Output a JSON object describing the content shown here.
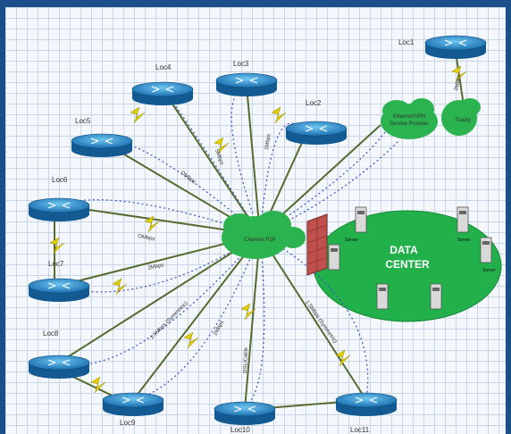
{
  "datacenter": {
    "title_line1": "DATA",
    "title_line2": "CENTER",
    "server_label": "Server"
  },
  "hub": {
    "label": "Channel P2P"
  },
  "provider": {
    "line1": "Ethernet/VPN",
    "line2": "Service Provider",
    "line3": "Tracky"
  },
  "links": {
    "l1": "OMbps",
    "l2": "5Mbps",
    "l3": "1Mbps",
    "l4": "OMbps",
    "l5": "2Mbps",
    "l6": "1.5Mbps (Symmetric)",
    "l7": "2Mbps",
    "l8": "DSL/Cable",
    "l9": "1.5Mbps (Symmetric)",
    "l10": "3Mbps"
  },
  "routers": [
    {
      "label": "Loc1"
    },
    {
      "label": "Loc2"
    },
    {
      "label": "Loc3"
    },
    {
      "label": "Loc4"
    },
    {
      "label": "Loc5"
    },
    {
      "label": "Loc6"
    },
    {
      "label": "Loc7"
    },
    {
      "label": "Loc8"
    },
    {
      "label": "Loc9"
    },
    {
      "label": "Loc10"
    },
    {
      "label": "Loc11"
    }
  ],
  "colors": {
    "frame": "#1a4f8a",
    "router": "#1b6fb0",
    "cloud": "#2bb34f",
    "tunnel": "#3b4fc4",
    "firewall": "#c0504d"
  }
}
